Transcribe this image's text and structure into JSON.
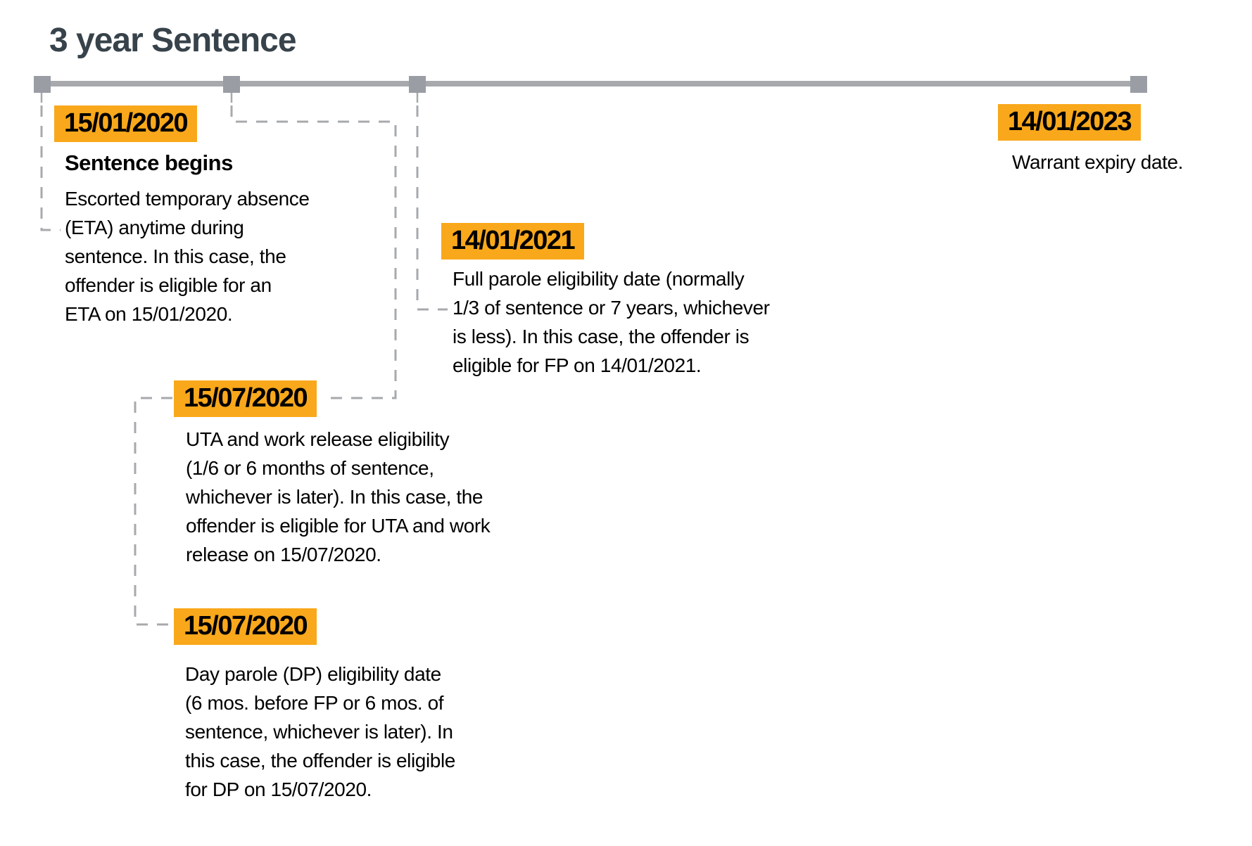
{
  "title": "3 year Sentence",
  "colors": {
    "badge_accent": "#F9A81B",
    "timeline_gray": "#A7A9AC",
    "marker_gray": "#9A9DA4",
    "title_color": "#37424A",
    "body_text": "#000000"
  },
  "events": {
    "sentence_begins": {
      "date": "15/01/2020",
      "heading": "Sentence begins",
      "lines": [
        "Escorted temporary absence",
        "(ETA) anytime during",
        "sentence. In this case, the",
        "offender is eligible for an",
        "ETA on 15/01/2020."
      ]
    },
    "full_parole": {
      "date": "14/01/2021",
      "lines": [
        "Full parole eligibility date (normally",
        "1/3 of sentence or 7 years, whichever",
        "is less). In this case, the offender is",
        "eligible for FP on 14/01/2021."
      ]
    },
    "uta_work_release": {
      "date": "15/07/2020",
      "lines": [
        "UTA and work release eligibility",
        "(1/6 or 6 months of sentence,",
        "whichever is later). In this case, the",
        "offender is eligible for UTA and work",
        "release on 15/07/2020."
      ]
    },
    "day_parole": {
      "date": "15/07/2020",
      "lines": [
        "Day parole (DP) eligibility date",
        "(6 mos. before FP or 6 mos. of",
        "sentence, whichever is later). In",
        "this case, the offender is eligible",
        "for DP on 15/07/2020."
      ]
    },
    "warrant_expiry": {
      "date": "14/01/2023",
      "lines": [
        "Warrant expiry date."
      ]
    }
  }
}
